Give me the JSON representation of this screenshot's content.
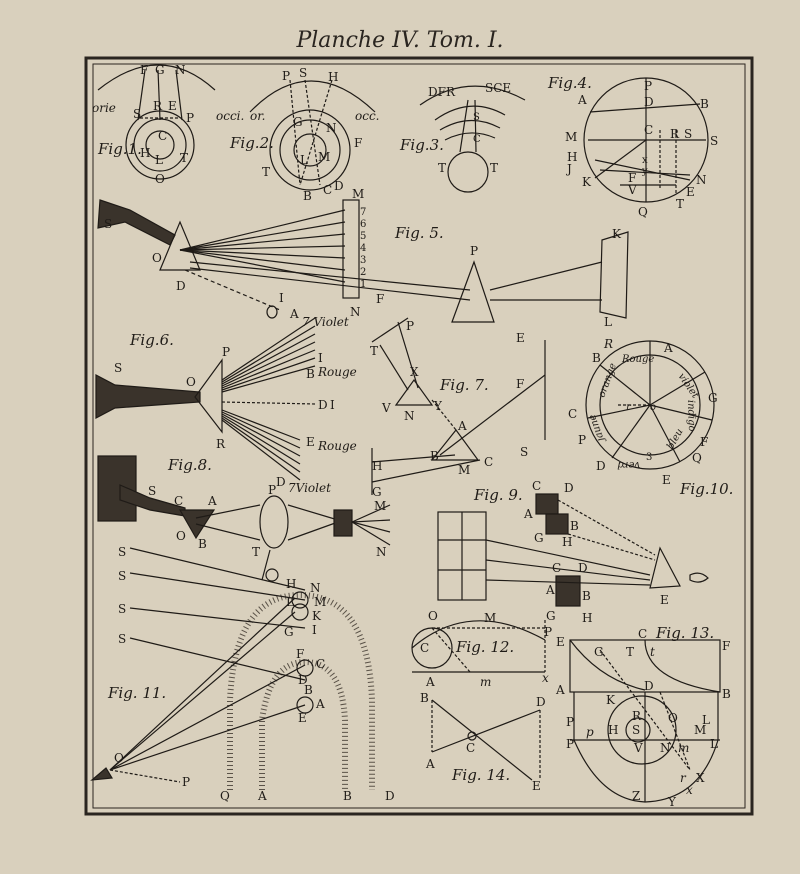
{
  "plate": {
    "title": "Planche IV. Tom. I."
  },
  "figures": {
    "fig1": {
      "caption": "Fig.1.",
      "labels": {
        "F": "F",
        "G": "G",
        "N": "N",
        "S": "S",
        "R": "R",
        "E": "E",
        "P": "P",
        "H": "H",
        "T": "T",
        "C": "C",
        "L": "L",
        "O": "O",
        "orie": "orie"
      }
    },
    "fig2": {
      "caption": "Fig.2.",
      "labels": {
        "P": "P",
        "S": "S",
        "H": "H",
        "occi": "occi.",
        "or": "or.",
        "occ": "occ.",
        "G": "G",
        "N": "N",
        "L": "L",
        "M": "M",
        "F": "F",
        "T": "T",
        "B": "B",
        "C": "C",
        "D": "D"
      }
    },
    "fig3": {
      "caption": "Fig.3.",
      "labels": {
        "DFR": "DFR",
        "SCE": "SCE",
        "S": "S",
        "C": "C",
        "T1": "T",
        "T2": "T"
      }
    },
    "fig4": {
      "caption": "Fig.4.",
      "labels": {
        "P": "P",
        "A": "A",
        "D": "D",
        "B": "B",
        "M": "M",
        "C": "C",
        "R": "R",
        "S": "S",
        "S2": "S",
        "H": "H",
        "F": "F",
        "J": "J",
        "K": "K",
        "V": "V",
        "N": "N",
        "E": "E",
        "T": "T",
        "Q": "Q",
        "y": "y",
        "x": "x"
      }
    },
    "fig5": {
      "caption": "Fig. 5.",
      "labels": {
        "S": "S",
        "O": "O",
        "D": "D",
        "M": "M",
        "I": "I",
        "N": "N",
        "F": "F",
        "P": "P",
        "K": "K",
        "L": "L",
        "n7": "7",
        "n6": "6",
        "n5": "5",
        "n4": "4",
        "n3": "3",
        "n2": "2",
        "n1": "1"
      }
    },
    "fig6": {
      "caption": "Fig.6.",
      "labels": {
        "S": "S",
        "P": "P",
        "O": "O",
        "R": "R",
        "A": "A",
        "B": "B",
        "I1": "I",
        "I2": "I",
        "D": "D",
        "E": "E",
        "Dl": "D",
        "violet1": "7 Violet",
        "rouge1": "Rouge",
        "rouge2": "Rouge",
        "violet2": "7Violet"
      }
    },
    "fig7": {
      "caption": "Fig. 7.",
      "labels": {
        "T": "T",
        "P": "P",
        "X": "X",
        "V": "V",
        "Y": "Y",
        "N": "N",
        "E": "E",
        "F": "F",
        "A": "A",
        "B": "B",
        "M": "M",
        "C": "C",
        "H": "H",
        "G": "G",
        "S": "S"
      }
    },
    "fig8": {
      "caption": "Fig.8.",
      "labels": {
        "S": "S",
        "C": "C",
        "A": "A",
        "O": "O",
        "B": "B",
        "P": "P",
        "T": "T",
        "M": "M",
        "N": "N"
      }
    },
    "fig9": {
      "caption": "Fig. 9.",
      "labels": {
        "C": "C",
        "D": "D",
        "A": "A",
        "B": "B",
        "G": "G",
        "H": "H",
        "C2": "C",
        "D2": "D",
        "A2": "A",
        "B2": "B",
        "G2": "G",
        "H2": "H",
        "E": "E"
      }
    },
    "fig10": {
      "caption": "Fig.10.",
      "labels": {
        "A": "A",
        "B": "B",
        "R": "R",
        "G": "G",
        "F": "F",
        "Q": "Q",
        "E": "E",
        "D": "D",
        "P": "P",
        "C": "C",
        "r": "r",
        "o": "o",
        "n3": "3",
        "rouge": "Rouge",
        "violet": "violet",
        "indigo": "indigo",
        "bleu": "bleu",
        "verd": "verd",
        "jaune": "jaune",
        "orange": "orange"
      }
    },
    "fig11": {
      "caption": "Fig. 11.",
      "labels": {
        "S1": "S",
        "S2": "S",
        "S3": "S",
        "S4": "S",
        "H": "H",
        "N": "N",
        "L": "L",
        "M": "M",
        "K": "K",
        "G": "G",
        "I": "I",
        "F": "F",
        "C": "C",
        "D": "D",
        "B": "B",
        "A": "A",
        "E": "E",
        "O": "O",
        "P": "P",
        "Q": "Q",
        "A2": "A",
        "B2": "B",
        "D2": "D"
      }
    },
    "fig12": {
      "caption": "Fig. 12.",
      "labels": {
        "O": "O",
        "M": "M",
        "P": "P",
        "C": "C",
        "A": "A",
        "m": "m",
        "x": "x"
      }
    },
    "fig13": {
      "caption": "Fig. 13.",
      "labels": {
        "E": "E",
        "G": "G",
        "T": "T",
        "t": "t",
        "C": "C",
        "F": "F",
        "A": "A",
        "B": "B",
        "D": "D",
        "K": "K",
        "R": "R",
        "O": "O",
        "P1": "P",
        "P2": "P",
        "p": "p",
        "H": "H",
        "S": "S",
        "L1": "L",
        "L2": "L",
        "M": "M",
        "N": "N",
        "V": "V",
        "m": "m",
        "r": "r",
        "X": "X",
        "x": "x",
        "Z": "Z",
        "Y": "Y"
      }
    },
    "fig14": {
      "caption": "Fig. 14.",
      "labels": {
        "B": "B",
        "D": "D",
        "C": "C",
        "A": "A",
        "E": "E"
      }
    }
  },
  "colors": {
    "paper": "#d9d0bd",
    "ink": "#1f1b17",
    "frame": "#2a2520"
  }
}
